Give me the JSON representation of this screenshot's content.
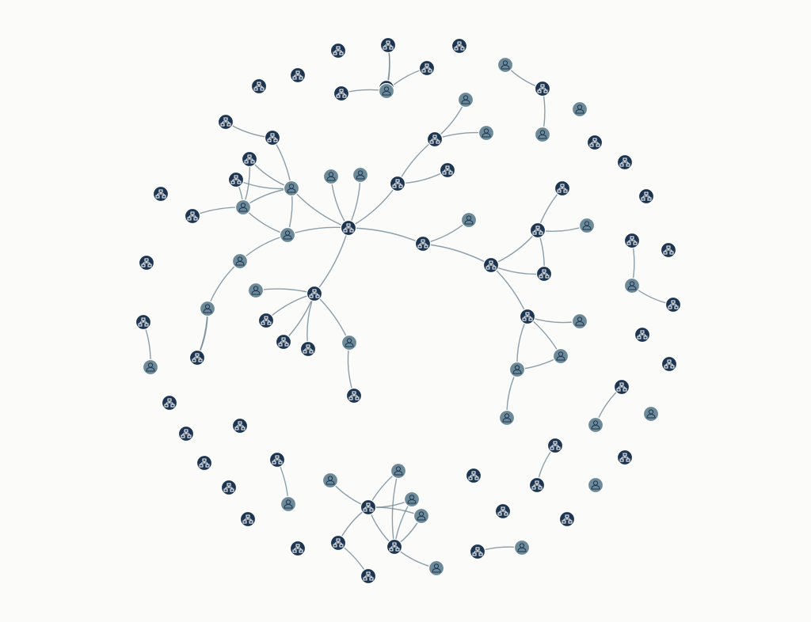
{
  "graph": {
    "colors": {
      "background": "#fbfbf9",
      "group_node": "#1d3550",
      "user_node": "#6d8a99",
      "edge": "#6f8796",
      "icon": "#ffffff"
    },
    "node_kinds": {
      "group": {
        "icon": "network-icon"
      },
      "user": {
        "icon": "user-icon"
      }
    },
    "nodes": [
      {
        "id": "g1",
        "kind": "group"
      },
      {
        "id": "g2",
        "kind": "group"
      },
      {
        "id": "g3",
        "kind": "group"
      },
      {
        "id": "g4",
        "kind": "group"
      },
      {
        "id": "g5",
        "kind": "group"
      },
      {
        "id": "g6",
        "kind": "group"
      },
      {
        "id": "g7",
        "kind": "group"
      },
      {
        "id": "g8",
        "kind": "group"
      },
      {
        "id": "g9",
        "kind": "group"
      },
      {
        "id": "g10",
        "kind": "group"
      },
      {
        "id": "g11",
        "kind": "group"
      },
      {
        "id": "g12",
        "kind": "group"
      },
      {
        "id": "g13",
        "kind": "group"
      },
      {
        "id": "g14",
        "kind": "group"
      },
      {
        "id": "g15",
        "kind": "group"
      },
      {
        "id": "g16",
        "kind": "group"
      },
      {
        "id": "g17",
        "kind": "group"
      },
      {
        "id": "g18",
        "kind": "group"
      },
      {
        "id": "g19",
        "kind": "group"
      },
      {
        "id": "g20",
        "kind": "group"
      },
      {
        "id": "g21",
        "kind": "group"
      },
      {
        "id": "g22",
        "kind": "group"
      },
      {
        "id": "g23",
        "kind": "group"
      },
      {
        "id": "g24",
        "kind": "group"
      },
      {
        "id": "g25",
        "kind": "group"
      },
      {
        "id": "g26",
        "kind": "group"
      },
      {
        "id": "g27",
        "kind": "group"
      },
      {
        "id": "g28",
        "kind": "group"
      },
      {
        "id": "g29",
        "kind": "group"
      },
      {
        "id": "g30",
        "kind": "group"
      },
      {
        "id": "g31",
        "kind": "group"
      },
      {
        "id": "g32",
        "kind": "group"
      },
      {
        "id": "g33",
        "kind": "group"
      },
      {
        "id": "g34",
        "kind": "group"
      },
      {
        "id": "g35",
        "kind": "group"
      },
      {
        "id": "g36",
        "kind": "group"
      },
      {
        "id": "g37",
        "kind": "group"
      },
      {
        "id": "g38",
        "kind": "group"
      },
      {
        "id": "g39",
        "kind": "group"
      },
      {
        "id": "g40",
        "kind": "group"
      },
      {
        "id": "g41",
        "kind": "group"
      },
      {
        "id": "g42",
        "kind": "group"
      },
      {
        "id": "g43",
        "kind": "group"
      },
      {
        "id": "g44",
        "kind": "group"
      },
      {
        "id": "g45",
        "kind": "group"
      },
      {
        "id": "g46",
        "kind": "group"
      },
      {
        "id": "g47",
        "kind": "group"
      },
      {
        "id": "g48",
        "kind": "group"
      },
      {
        "id": "g49",
        "kind": "group"
      },
      {
        "id": "g50",
        "kind": "group"
      },
      {
        "id": "g51",
        "kind": "group"
      },
      {
        "id": "g52",
        "kind": "group"
      },
      {
        "id": "g53",
        "kind": "group"
      },
      {
        "id": "g54",
        "kind": "group"
      },
      {
        "id": "g55",
        "kind": "group"
      },
      {
        "id": "g56",
        "kind": "group"
      },
      {
        "id": "g57",
        "kind": "group"
      },
      {
        "id": "g58",
        "kind": "group"
      },
      {
        "id": "g59",
        "kind": "group"
      },
      {
        "id": "g60",
        "kind": "group"
      },
      {
        "id": "g61",
        "kind": "group"
      },
      {
        "id": "g62",
        "kind": "group"
      },
      {
        "id": "g63",
        "kind": "group"
      },
      {
        "id": "g64",
        "kind": "group"
      },
      {
        "id": "g65",
        "kind": "group"
      },
      {
        "id": "g66",
        "kind": "group"
      },
      {
        "id": "g67",
        "kind": "group"
      },
      {
        "id": "g68",
        "kind": "group"
      },
      {
        "id": "u1",
        "kind": "user"
      },
      {
        "id": "u2",
        "kind": "user"
      },
      {
        "id": "u3",
        "kind": "user"
      },
      {
        "id": "u4",
        "kind": "user"
      },
      {
        "id": "u5",
        "kind": "user"
      },
      {
        "id": "u6",
        "kind": "user"
      },
      {
        "id": "u7",
        "kind": "user"
      },
      {
        "id": "u8",
        "kind": "user"
      },
      {
        "id": "u9",
        "kind": "user"
      },
      {
        "id": "u10",
        "kind": "user"
      },
      {
        "id": "u11",
        "kind": "user"
      },
      {
        "id": "u12",
        "kind": "user"
      },
      {
        "id": "u13",
        "kind": "user"
      },
      {
        "id": "u14",
        "kind": "user"
      },
      {
        "id": "u15",
        "kind": "user"
      },
      {
        "id": "u16",
        "kind": "user"
      },
      {
        "id": "u17",
        "kind": "user"
      },
      {
        "id": "u18",
        "kind": "user"
      },
      {
        "id": "u19",
        "kind": "user"
      },
      {
        "id": "u20",
        "kind": "user"
      },
      {
        "id": "u21",
        "kind": "user"
      },
      {
        "id": "u22",
        "kind": "user"
      },
      {
        "id": "u23",
        "kind": "user"
      },
      {
        "id": "u24",
        "kind": "user"
      },
      {
        "id": "u25",
        "kind": "user"
      },
      {
        "id": "u26",
        "kind": "user"
      },
      {
        "id": "u27",
        "kind": "user"
      },
      {
        "id": "u28",
        "kind": "user"
      },
      {
        "id": "u29",
        "kind": "user"
      },
      {
        "id": "u30",
        "kind": "user"
      },
      {
        "id": "u31",
        "kind": "user"
      }
    ],
    "edges": [
      [
        "g1",
        "g2"
      ],
      [
        "g2",
        "u1"
      ],
      [
        "g2",
        "g3"
      ],
      [
        "g4",
        "u1"
      ],
      [
        "u2",
        "g5"
      ],
      [
        "g5",
        "u3"
      ],
      [
        "g6",
        "u4"
      ],
      [
        "g6",
        "u5"
      ],
      [
        "g7",
        "u6"
      ],
      [
        "g8",
        "u6"
      ],
      [
        "g7",
        "u7"
      ],
      [
        "g9",
        "u7"
      ],
      [
        "g10",
        "u7"
      ],
      [
        "g10",
        "u6"
      ],
      [
        "g10",
        "u8"
      ],
      [
        "g10",
        "g11"
      ],
      [
        "g11",
        "u6"
      ],
      [
        "g11",
        "u8"
      ],
      [
        "g11",
        "u7"
      ],
      [
        "g11",
        "g12"
      ],
      [
        "u7",
        "g13"
      ],
      [
        "g12",
        "u9"
      ],
      [
        "u9",
        "g13"
      ],
      [
        "u8",
        "g12"
      ],
      [
        "u10",
        "g12"
      ],
      [
        "u11",
        "g12"
      ],
      [
        "g12",
        "g14"
      ],
      [
        "g14",
        "u12"
      ],
      [
        "g14",
        "u13"
      ],
      [
        "g14",
        "g15"
      ],
      [
        "g12",
        "g16"
      ],
      [
        "g16",
        "u14"
      ],
      [
        "g16",
        "g17"
      ],
      [
        "g17",
        "g18"
      ],
      [
        "g18",
        "u15"
      ],
      [
        "g18",
        "u16"
      ],
      [
        "g17",
        "g19"
      ],
      [
        "g19",
        "g18"
      ],
      [
        "g17",
        "g20"
      ],
      [
        "g20",
        "u17"
      ],
      [
        "g20",
        "u18"
      ],
      [
        "g20",
        "u19"
      ],
      [
        "u18",
        "u19"
      ],
      [
        "u19",
        "u20"
      ],
      [
        "g12",
        "g21"
      ],
      [
        "g21",
        "g22"
      ],
      [
        "g21",
        "g23"
      ],
      [
        "g21",
        "g24"
      ],
      [
        "g21",
        "u21"
      ],
      [
        "u21",
        "g25"
      ],
      [
        "g21",
        "u22"
      ],
      [
        "u22",
        "g26"
      ],
      [
        "u23",
        "g27"
      ],
      [
        "g28",
        "g29"
      ],
      [
        "g29",
        "u24"
      ],
      [
        "g30",
        "u25"
      ],
      [
        "g31",
        "u26"
      ],
      [
        "u27",
        "g32"
      ],
      [
        "g32",
        "u28"
      ],
      [
        "g32",
        "u29"
      ],
      [
        "g32",
        "u30"
      ],
      [
        "g32",
        "g33"
      ],
      [
        "g33",
        "g34"
      ],
      [
        "g32",
        "g35"
      ],
      [
        "g35",
        "u28"
      ],
      [
        "g35",
        "u30"
      ],
      [
        "g35",
        "u29"
      ],
      [
        "g35",
        "u31"
      ],
      [
        "g36",
        "u31"
      ]
    ]
  }
}
